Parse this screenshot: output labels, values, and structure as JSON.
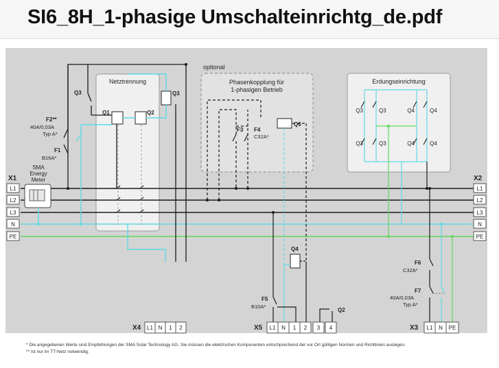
{
  "window": {
    "title": "SI6_8H_1-phasige Umschalteinrichtg_de.pdf"
  },
  "diagram": {
    "optional_label": "optional",
    "boxes": {
      "netztrennung": "Netztrennung",
      "phasenkopplung_line1": "Phasenkopplung für",
      "phasenkopplung_line2": "1-phasigen Betrieb",
      "erdung": "Erdungseinrichtung"
    },
    "terminals_left": {
      "name": "X1",
      "lines": [
        "L1",
        "L2",
        "L3",
        "N",
        "PE"
      ]
    },
    "terminals_right": {
      "name": "X2",
      "lines": [
        "L1",
        "L2",
        "L3",
        "N",
        "PE"
      ]
    },
    "meter": [
      "SMA",
      "Energy",
      "Meter"
    ],
    "components": {
      "q3_top": "Q3",
      "q3_right": "Q3",
      "q1": "Q1",
      "q2": "Q2",
      "f2": "F2**",
      "f2_spec1": "40A/0,03A",
      "f2_spec2": "Typ A*",
      "f1": "F1",
      "f1_spec": "B16A*",
      "f3": "F3",
      "f4": "F4",
      "f4_spec": "C32A*",
      "q6": "Q6",
      "erdung_top": [
        "Q3",
        "Q3",
        "Q4",
        "Q4"
      ],
      "erdung_bottom": [
        "Q3",
        "Q3",
        "Q4",
        "Q4"
      ],
      "q4": "Q4",
      "f5": "F5",
      "f5_spec": "B10A*",
      "q2_bottom": "Q2",
      "f6": "F6",
      "f6_spec": "C32A*",
      "f7": "F7",
      "f7_spec1": "40A/0,03A",
      "f7_spec2": "Typ A*"
    },
    "terminal_blocks": {
      "x4": {
        "name": "X4",
        "pins": [
          "L1",
          "N",
          "1",
          "2"
        ]
      },
      "x5": {
        "name": "X5",
        "pins": [
          "L1",
          "N",
          "1",
          "2",
          "3",
          "4"
        ]
      },
      "x3": {
        "name": "X3",
        "pins": [
          "L1",
          "N",
          "PE"
        ]
      }
    },
    "colors": {
      "cyan": "#5fd9e6",
      "green": "#5fd85a",
      "wire": "#1a1a1a",
      "panel": "#d4d4d4"
    }
  },
  "footnotes": {
    "note1": "* Die angegebenen Werte sind Empfehlungen der SMA Solar Technology AG. Sie müssen die elektrischen Komponenten entschprechend der vor Ort gültigen Normen und Richtlinien auslegen.",
    "note2": "** Ist nur im TT-Netz notwendig."
  }
}
